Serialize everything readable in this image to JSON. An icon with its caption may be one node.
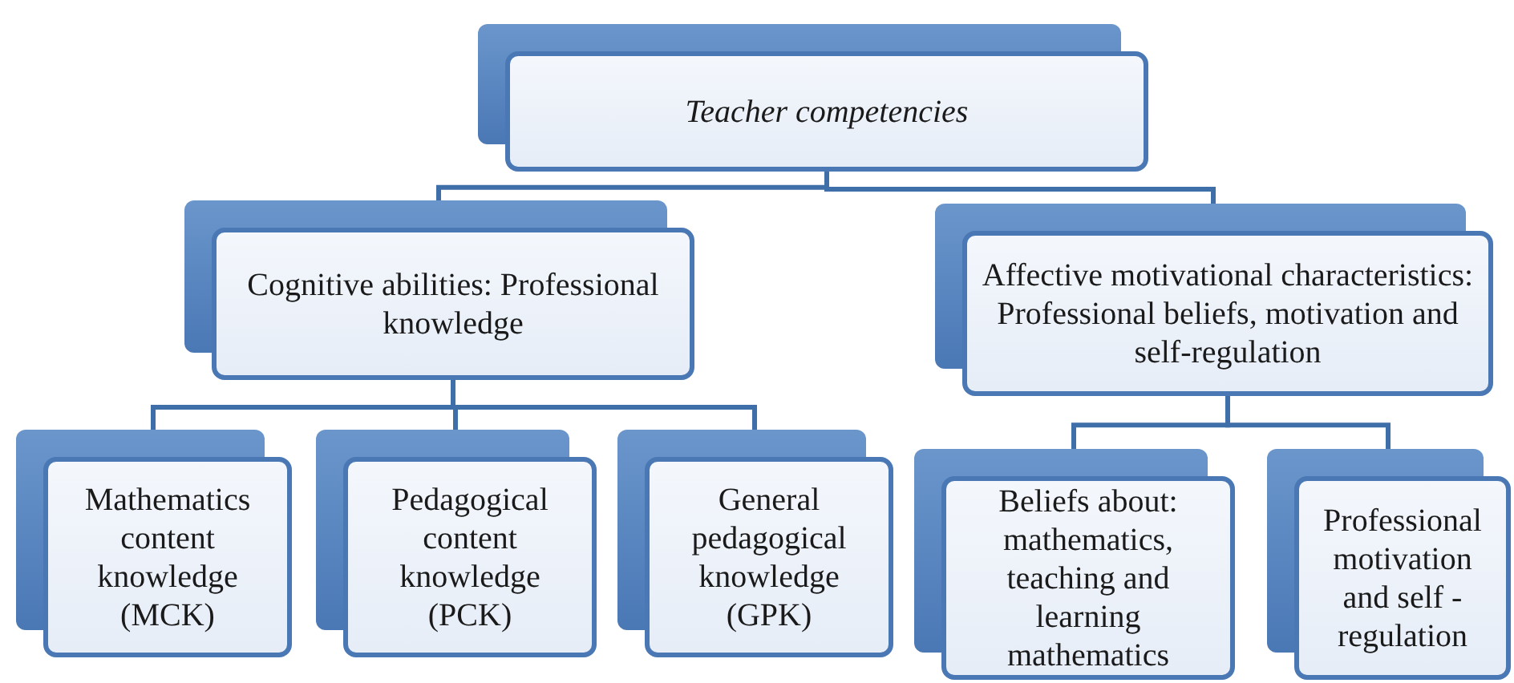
{
  "diagram": {
    "nodes": [
      {
        "text": [
          "Teacher competencies"
        ]
      },
      {
        "text": [
          "Cognitive abilities: Professional knowledge"
        ]
      },
      {
        "text": [
          "Affective motivational characteristics: Professional beliefs, motivation and self-regulation"
        ]
      },
      {
        "text": [
          "Mathematics content knowledge (MCK)"
        ]
      },
      {
        "text": [
          "Pedagogical content knowledge (PCK)"
        ]
      },
      {
        "text": [
          "General pedagogical knowledge (GPK)"
        ]
      },
      {
        "text": [
          "Beliefs about: mathematics, teaching and learning mathematics"
        ]
      },
      {
        "text": [
          "Professional motivation and self - regulation"
        ]
      }
    ],
    "edges": [
      {
        "from": 0,
        "to": 1,
        "arrow": "none"
      },
      {
        "from": 0,
        "to": 2,
        "arrow": "none"
      },
      {
        "from": 1,
        "to": 3,
        "arrow": "none"
      },
      {
        "from": 1,
        "to": 4,
        "arrow": "none"
      },
      {
        "from": 1,
        "to": 5,
        "arrow": "none"
      },
      {
        "from": 2,
        "to": 6,
        "arrow": "none"
      },
      {
        "from": 2,
        "to": 7,
        "arrow": "none"
      }
    ]
  }
}
